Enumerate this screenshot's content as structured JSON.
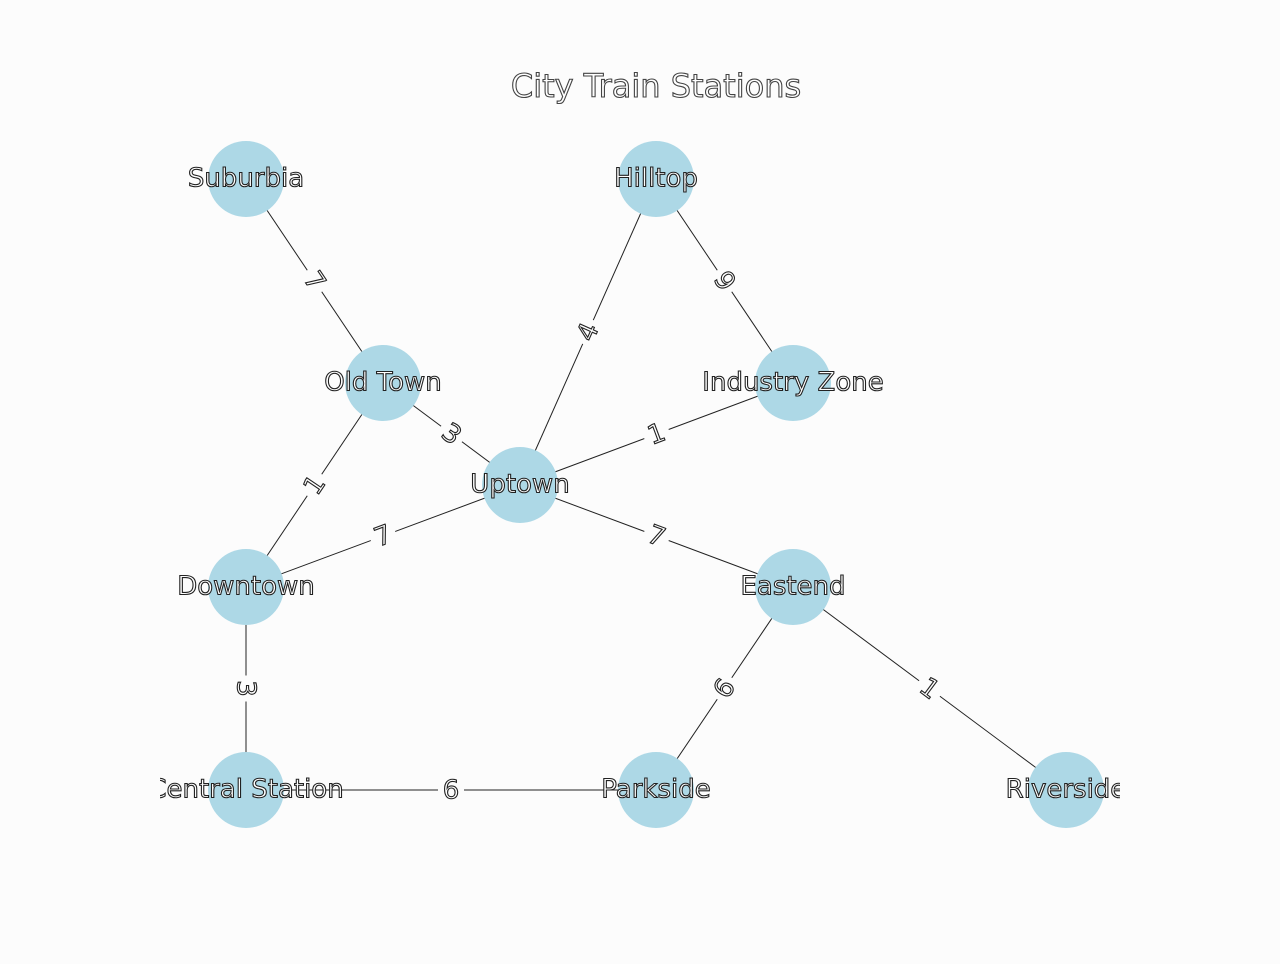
{
  "title": "City Train Stations",
  "colors": {
    "node_fill": "#add8e6",
    "edge": "#222222",
    "background": "#fcfcfc"
  },
  "nodes": [
    {
      "id": "suburbia",
      "label": "Suburbia"
    },
    {
      "id": "hilltop",
      "label": "Hilltop"
    },
    {
      "id": "old-town",
      "label": "Old Town"
    },
    {
      "id": "industry-zone",
      "label": "Industry Zone"
    },
    {
      "id": "uptown",
      "label": "Uptown"
    },
    {
      "id": "downtown",
      "label": "Downtown"
    },
    {
      "id": "eastend",
      "label": "Eastend"
    },
    {
      "id": "central-station",
      "label": "Central Station"
    },
    {
      "id": "parkside",
      "label": "Parkside"
    },
    {
      "id": "riverside",
      "label": "Riverside"
    }
  ],
  "edges": [
    {
      "source": "suburbia",
      "target": "old-town",
      "weight": "7"
    },
    {
      "source": "hilltop",
      "target": "uptown",
      "weight": "4"
    },
    {
      "source": "hilltop",
      "target": "industry-zone",
      "weight": "9"
    },
    {
      "source": "old-town",
      "target": "uptown",
      "weight": "3"
    },
    {
      "source": "old-town",
      "target": "downtown",
      "weight": "1"
    },
    {
      "source": "uptown",
      "target": "industry-zone",
      "weight": "1"
    },
    {
      "source": "uptown",
      "target": "downtown",
      "weight": "7"
    },
    {
      "source": "uptown",
      "target": "eastend",
      "weight": "7"
    },
    {
      "source": "downtown",
      "target": "central-station",
      "weight": "3"
    },
    {
      "source": "central-station",
      "target": "parkside",
      "weight": "6"
    },
    {
      "source": "eastend",
      "target": "parkside",
      "weight": "6"
    },
    {
      "source": "eastend",
      "target": "riverside",
      "weight": "1"
    }
  ]
}
